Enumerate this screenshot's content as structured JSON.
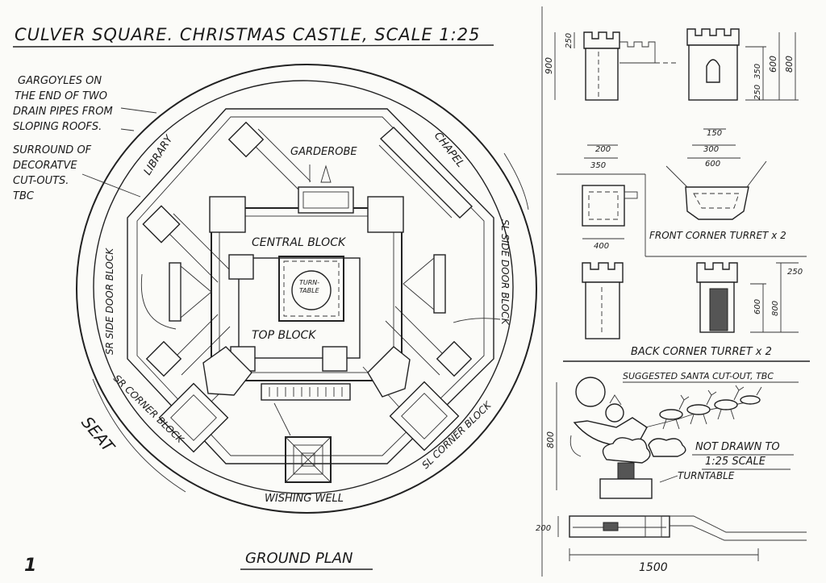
{
  "title": "CULVER SQUARE. CHRISTMAS CASTLE, SCALE 1:25",
  "page_number": "1",
  "ground_plan_title": "GROUND PLAN",
  "notes": {
    "gargoyles": [
      "GARGOYLES ON",
      "THE END OF TWO",
      "DRAIN PIPES FROM",
      "SLOPING ROOFS."
    ],
    "surround": [
      "SURROUND OF",
      "DECORATVE",
      "CUT-OUTS.",
      "TBC"
    ]
  },
  "plan_labels": {
    "library": "LIBRARY",
    "garderobe": "GARDEROBE",
    "chapel": "CHAPEL",
    "central_block": "CENTRAL BLOCK",
    "turntable_inner": [
      "TURN-",
      "TABLE"
    ],
    "top_block": "TOP BLOCK",
    "sr_side_door": "SR SIDE DOOR BLOCK",
    "sl_side_door": "SL SIDE DOOR BLOCK",
    "sr_corner": "SR CORNER BLOCK",
    "sl_corner": "SL CORNER BLOCK",
    "wishing_well": "WISHING WELL",
    "seat": "SEAT"
  },
  "elevation_dims": {
    "tower_height": "900",
    "tower_cap": "250",
    "width_200": "200",
    "width_350": "350",
    "w150": "150",
    "w300": "300",
    "w600": "600",
    "h350": "350",
    "h250": "250",
    "h600": "600",
    "h800": "800"
  },
  "front_turret": {
    "label": "FRONT CORNER TURRET x 2",
    "dim": "400"
  },
  "back_turret": {
    "label": "BACK CORNER TURRET x 2",
    "dim_250": "250",
    "dim_600": "600",
    "dim_800": "800"
  },
  "santa": {
    "label": "SUGGESTED SANTA CUT-OUT, TBC",
    "note": [
      "NOT DRAWN TO",
      "1:25 SCALE"
    ],
    "turntable": "TURNTABLE",
    "dim_800": "800",
    "dim_200": "200",
    "dim_1500": "1500"
  }
}
